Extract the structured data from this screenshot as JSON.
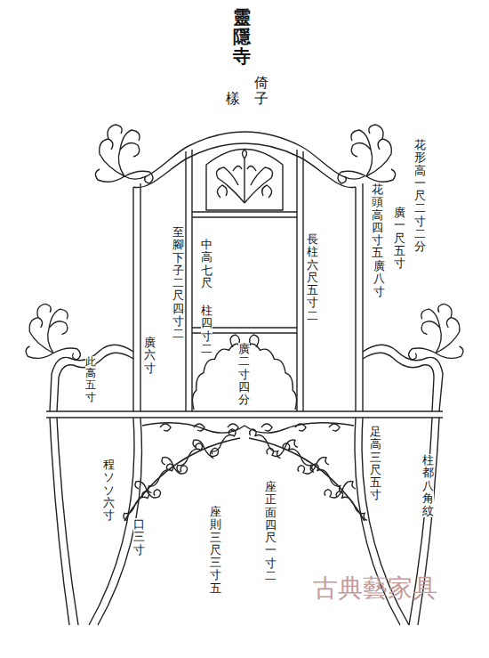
{
  "diagram": {
    "title": "靈隱寺",
    "labels": [
      "倚子",
      "樣",
      "花形高一尺二寸二分",
      "花頭高四寸五",
      "廣八寸",
      "廣一尺五寸",
      "中高七尺",
      "至腳下子二尺四寸二",
      "長柱六尺五寸二",
      "柱四寸二",
      "廣六寸",
      "廣二寸四分",
      "此高五寸",
      "程ソソ六寸",
      "口三寸",
      "座則三尺三寸五",
      "座正面四尺一寸二",
      "足高三尺五寸",
      "柱都八角紋",
      "古典藝家具"
    ]
  }
}
